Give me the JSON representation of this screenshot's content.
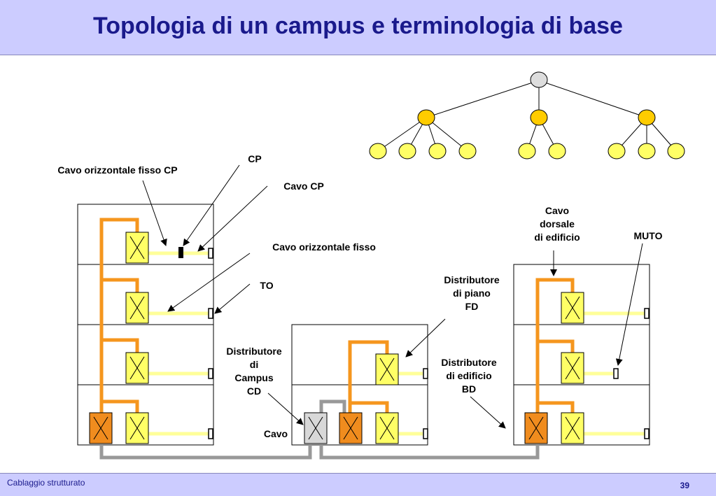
{
  "slide": {
    "title": "Topologia di un campus e terminologia di base",
    "footer_left": "Cablaggio strutturato",
    "page_number": "39"
  },
  "labels": {
    "cp": "CP",
    "cavo_orizz_fisso_cp": "Cavo orizzontale fisso CP",
    "cavo_cp": "Cavo CP",
    "cavo_orizz_fisso": "Cavo orizzontale fisso",
    "to": "TO",
    "cavo_dorsale": [
      "Cavo",
      "dorsale",
      "di edificio"
    ],
    "muto": "MUTO",
    "distributore_piano": [
      "Distributore",
      "di piano",
      "FD"
    ],
    "distributore_campus": [
      "Distributore",
      "di",
      "Campus",
      "CD"
    ],
    "distributore_edificio": [
      "Distributore",
      "di edificio",
      "BD"
    ],
    "cavo": "Cavo"
  },
  "colors": {
    "header_bg": "#ccccff",
    "title": "#1a1a8c",
    "orange_cable": "#f5961e",
    "yellow_cable": "#ffff99",
    "grey_cable": "#999999",
    "fd_box": "#ffff66",
    "bd_box": "#f08c1e",
    "cd_box": "#d8d8d8",
    "tree_root": "#dddddd",
    "tree_mid": "#ffcc00",
    "tree_leaf": "#ffff66"
  }
}
